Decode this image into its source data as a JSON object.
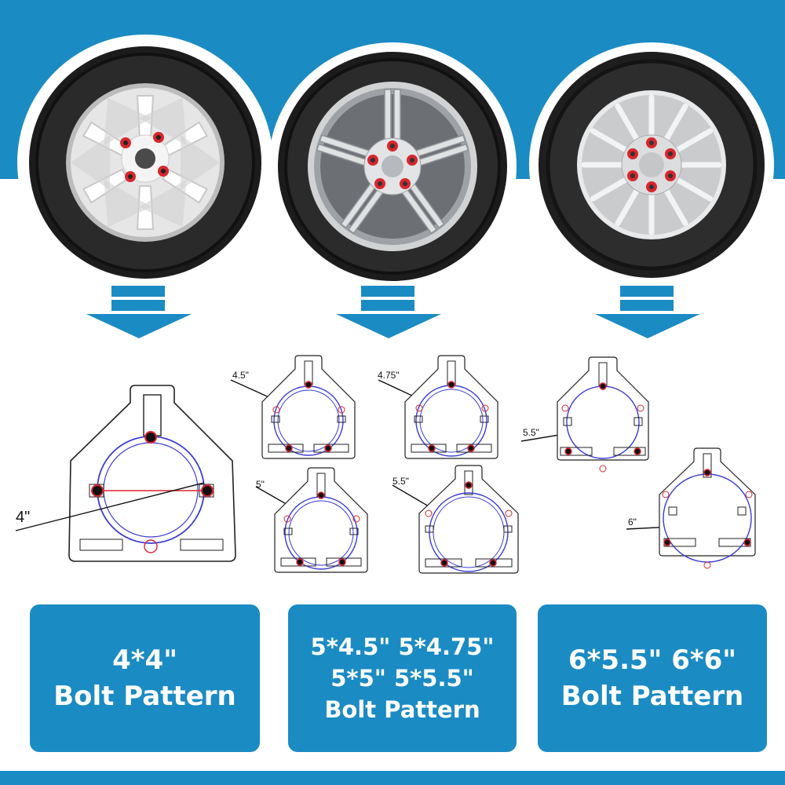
{
  "colors": {
    "brand_blue": "#1b8bc4",
    "bolt_red": "#d8262d",
    "circle_blue": "#3b3bd6",
    "template_outline": "#222222"
  },
  "wheels": [
    {
      "icon": "six-spoke-wheel-icon"
    },
    {
      "icon": "ten-spoke-wheel-icon"
    },
    {
      "icon": "multi-spoke-wheel-icon"
    }
  ],
  "templates": {
    "t4": {
      "label": "4\""
    },
    "t45": {
      "label": "4.5\""
    },
    "t475": {
      "label": "4.75\""
    },
    "t5": {
      "label": "5\""
    },
    "t55a": {
      "label": "5.5\""
    },
    "t55b": {
      "label": "5.5\""
    },
    "t6": {
      "label": "6\""
    }
  },
  "cards": [
    {
      "lines": [
        "4*4\"",
        "Bolt Pattern"
      ]
    },
    {
      "lines": [
        "5*4.5\" 5*4.75\"",
        "5*5\" 5*5.5\"",
        "Bolt Pattern"
      ]
    },
    {
      "lines": [
        "6*5.5\" 6*6\"",
        "Bolt Pattern"
      ]
    }
  ]
}
